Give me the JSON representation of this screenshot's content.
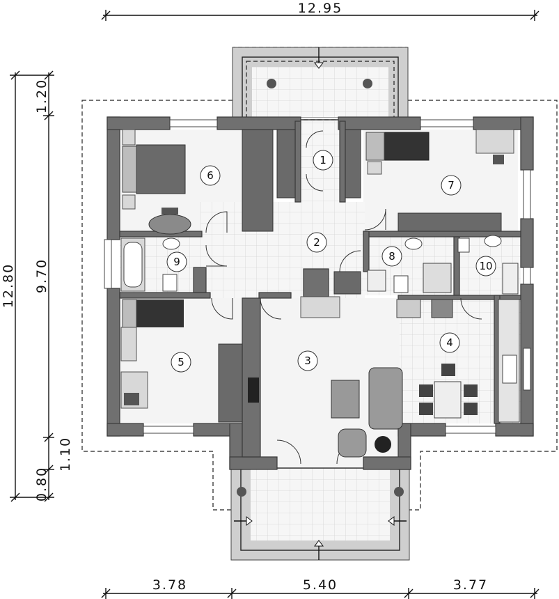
{
  "dimensions": {
    "top_total": "12.95",
    "bottom_left": "3.78",
    "bottom_middle": "5.40",
    "bottom_right": "3.77",
    "left_total": "12.80",
    "left_top": "1.20",
    "left_middle": "9.70",
    "left_bottom_upper": "1.10",
    "left_bottom_lower": "0.80"
  },
  "rooms": [
    {
      "id": "1",
      "label": "1"
    },
    {
      "id": "2",
      "label": "2"
    },
    {
      "id": "3",
      "label": "3"
    },
    {
      "id": "4",
      "label": "4"
    },
    {
      "id": "5",
      "label": "5"
    },
    {
      "id": "6",
      "label": "6"
    },
    {
      "id": "7",
      "label": "7"
    },
    {
      "id": "8",
      "label": "8"
    },
    {
      "id": "9",
      "label": "9"
    },
    {
      "id": "10",
      "label": "10"
    }
  ],
  "colors": {
    "wall": "#707070",
    "floor": "#f4f4f4",
    "tile_line": "#d0d0d0",
    "furniture": "#6a6a6a"
  }
}
